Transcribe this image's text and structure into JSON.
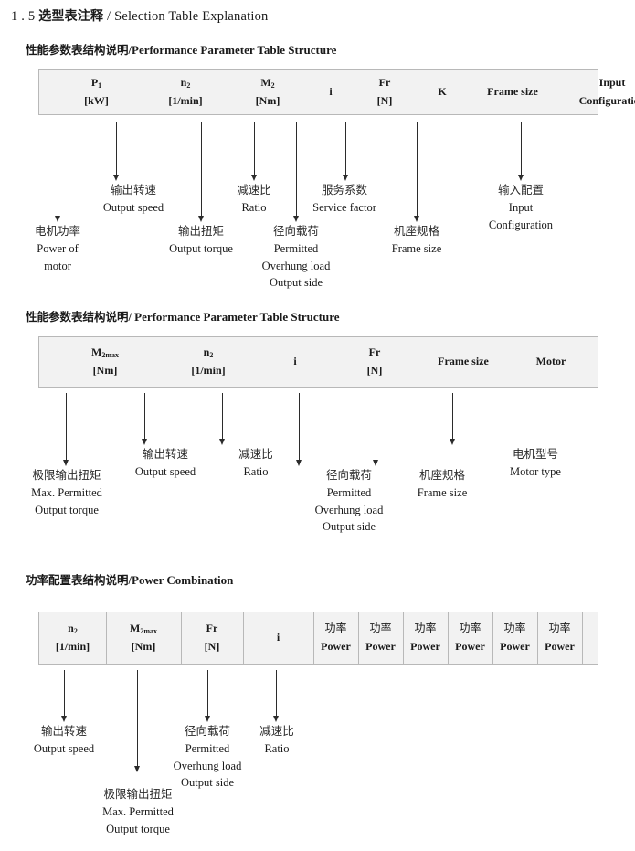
{
  "document": {
    "title_number": "1 . 5",
    "title_cn": "选型表注释",
    "title_sep": "/",
    "title_en": "Selection Table Explanation"
  },
  "sections": [
    {
      "heading_cn": "性能参数表结构说明",
      "heading_sep": "/",
      "heading_en": "Performance Parameter Table Structure",
      "table": {
        "columns": [
          {
            "symbol": "P",
            "sub": "1",
            "unit": "[kW]"
          },
          {
            "symbol": "n",
            "sub": "2",
            "unit": "[1/min]"
          },
          {
            "symbol": "M",
            "sub": "2",
            "unit": "[Nm]"
          },
          {
            "symbol": "i",
            "sub": "",
            "unit": ""
          },
          {
            "symbol": "Fr",
            "sub": "",
            "unit": "[N]"
          },
          {
            "symbol": "K",
            "sub": "",
            "unit": ""
          },
          {
            "symbol": "Frame size",
            "sub": "",
            "unit": ""
          },
          {
            "symbol": "Input",
            "sub": "",
            "unit": "Configuration"
          }
        ]
      },
      "annotations": [
        {
          "cn": "电机功率",
          "en": [
            "Power of",
            "motor"
          ]
        },
        {
          "cn": "输出转速",
          "en": [
            "Output speed"
          ]
        },
        {
          "cn": "输出扭矩",
          "en": [
            "Output torque"
          ]
        },
        {
          "cn": "减速比",
          "en": [
            "Ratio"
          ]
        },
        {
          "cn": "径向载荷",
          "en": [
            "Permitted",
            "Overhung load",
            "Output side"
          ]
        },
        {
          "cn": "服务系数",
          "en": [
            "Service factor"
          ]
        },
        {
          "cn": "机座规格",
          "en": [
            "Frame size"
          ]
        },
        {
          "cn": "输入配置",
          "en": [
            "Input",
            "Configuration"
          ]
        }
      ]
    },
    {
      "heading_cn": "性能参数表结构说明",
      "heading_sep": "/",
      "heading_en": "Performance Parameter Table Structure",
      "table": {
        "columns": [
          {
            "symbol": "M",
            "sub": "2max",
            "unit": "[Nm]"
          },
          {
            "symbol": "n",
            "sub": "2",
            "unit": "[1/min]"
          },
          {
            "symbol": "i",
            "sub": "",
            "unit": ""
          },
          {
            "symbol": "Fr",
            "sub": "",
            "unit": "[N]"
          },
          {
            "symbol": "Frame size",
            "sub": "",
            "unit": ""
          },
          {
            "symbol": "Motor",
            "sub": "",
            "unit": ""
          }
        ]
      },
      "annotations": [
        {
          "cn": "极限输出扭矩",
          "en": [
            "Max. Permitted",
            "Output  torque"
          ]
        },
        {
          "cn": "输出转速",
          "en": [
            "Output speed"
          ]
        },
        {
          "cn": "减速比",
          "en": [
            "Ratio"
          ]
        },
        {
          "cn": "径向载荷",
          "en": [
            "Permitted",
            "Overhung load",
            "Output side"
          ]
        },
        {
          "cn": "机座规格",
          "en": [
            "Frame size"
          ]
        },
        {
          "cn": "电机型号",
          "en": [
            "Motor type"
          ]
        }
      ]
    },
    {
      "heading_cn": "功率配置表结构说明",
      "heading_sep": "/",
      "heading_en": "Power Combination",
      "table": {
        "columns": [
          {
            "symbol": "n",
            "sub": "2",
            "unit": "[1/min]"
          },
          {
            "symbol": "M",
            "sub": "2max",
            "unit": "[Nm]"
          },
          {
            "symbol": "Fr",
            "sub": "",
            "unit": "[N]"
          },
          {
            "symbol": "i",
            "sub": "",
            "unit": ""
          },
          {
            "symbol_cn": "功率",
            "unit": "Power"
          },
          {
            "symbol_cn": "功率",
            "unit": "Power"
          },
          {
            "symbol_cn": "功率",
            "unit": "Power"
          },
          {
            "symbol_cn": "功率",
            "unit": "Power"
          },
          {
            "symbol_cn": "功率",
            "unit": "Power"
          },
          {
            "symbol_cn": "功率",
            "unit": "Power"
          }
        ]
      },
      "annotations": [
        {
          "cn": "输出转速",
          "en": [
            "Output speed"
          ]
        },
        {
          "cn": "极限输出扭矩",
          "en": [
            "Max. Permitted",
            "Output  torque"
          ]
        },
        {
          "cn": "径向载荷",
          "en": [
            "Permitted",
            "Overhung load",
            "Output side"
          ]
        },
        {
          "cn": "减速比",
          "en": [
            "Ratio"
          ]
        }
      ]
    }
  ],
  "colors": {
    "table_fill": "#f2f2f2",
    "table_border": "#b8b8b8",
    "arrow": "#2b2b2b",
    "text": "#1a1a1a"
  }
}
